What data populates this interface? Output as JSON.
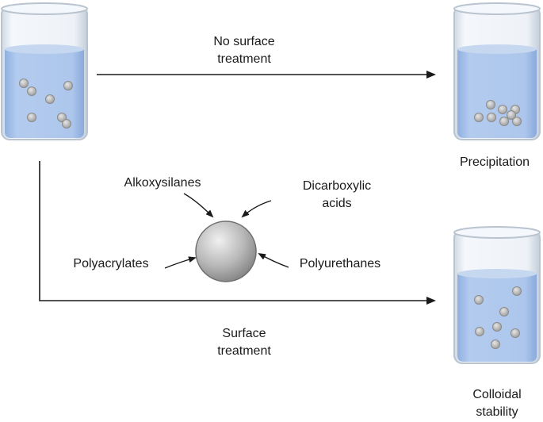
{
  "labels": {
    "no_surface_treatment": "No surface\ntreatment",
    "surface_treatment": "Surface\ntreatment",
    "precipitation": "Precipitation",
    "colloidal_stability": "Colloidal\nstability",
    "alkoxysilanes": "Alkoxysilanes",
    "dicarboxylic_acids": "Dicarboxylic\nacids",
    "polyacrylates": "Polyacrylates",
    "polyurethanes": "Polyurethanes"
  },
  "colors": {
    "liquid": "#a9c3e8",
    "liquid_top": "#c6d7f0",
    "glass": "#e9eef5",
    "glass_edge": "#b9c4d0",
    "particle": "#bcbcbc",
    "particle_edge": "#8a8a8a",
    "arrow": "#1a1a1a",
    "sphere_light": "#e2e2e2",
    "sphere_dark": "#8e8e8e"
  },
  "beakers": {
    "start": {
      "state": "dispersed",
      "particles": 7
    },
    "precipitation": {
      "state": "settled",
      "particles": 8
    },
    "colloidal": {
      "state": "dispersed",
      "particles": 7
    }
  }
}
